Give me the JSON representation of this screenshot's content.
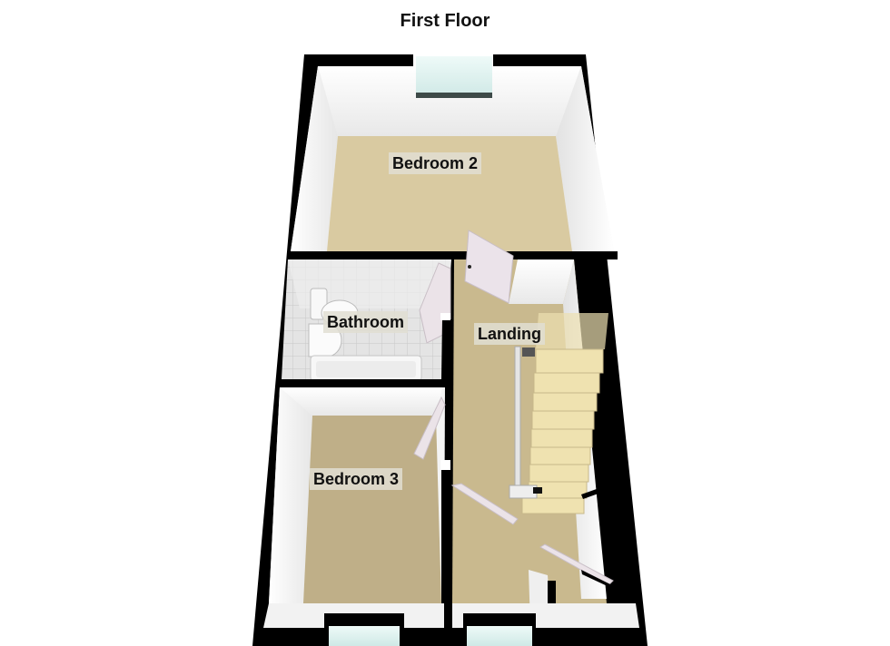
{
  "plan": {
    "title": "First Floor",
    "rooms": [
      {
        "id": "bedroom-2",
        "label": "Bedroom 2"
      },
      {
        "id": "bathroom",
        "label": "Bathroom"
      },
      {
        "id": "landing",
        "label": "Landing"
      },
      {
        "id": "bedroom-3",
        "label": "Bedroom 3"
      }
    ],
    "colors": {
      "wall": "#000000",
      "carpet_bedroom": "#d8c9a0",
      "carpet_landing": "#c9b98e",
      "carpet_bedroom3": "#bdae88",
      "wall_face": "#f2f2f2",
      "window_glass": "#d6efec",
      "stairs": "#efe2b0",
      "tile": "#dcdcdc",
      "door": "#ece4ea"
    }
  }
}
